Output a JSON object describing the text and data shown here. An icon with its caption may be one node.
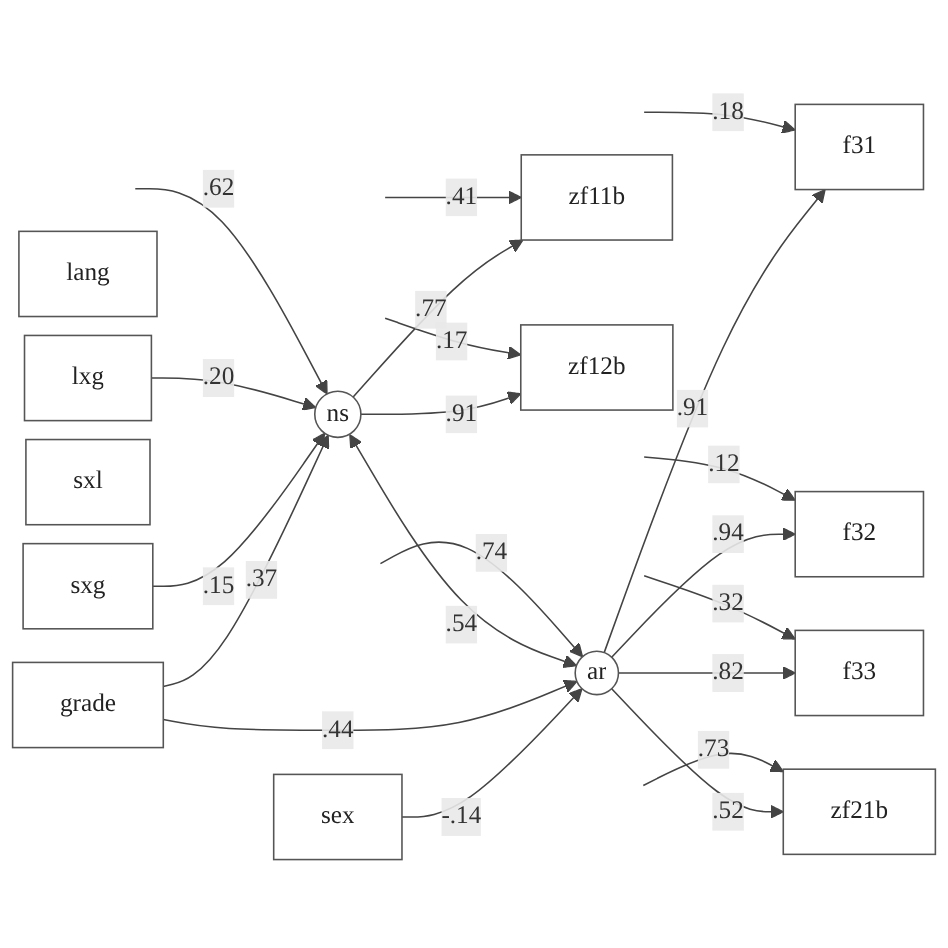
{
  "diagram": {
    "nodes": [
      {
        "text": [
          "sex"
        ]
      },
      {
        "text": [
          "grade"
        ]
      },
      {
        "text": [
          "lang"
        ]
      },
      {
        "text": [
          "sxg"
        ]
      },
      {
        "text": [
          "sxl"
        ]
      },
      {
        "text": [
          "lxg"
        ]
      },
      {
        "text": [
          "ns"
        ]
      },
      {
        "text": [
          "ar"
        ]
      },
      {
        "text": [
          "zf11b"
        ]
      },
      {
        "text": [
          "zf12b"
        ]
      },
      {
        "text": [
          "f31"
        ]
      },
      {
        "text": [
          "f32"
        ]
      },
      {
        "text": [
          "f33"
        ]
      },
      {
        "text": [
          "zf21b"
        ]
      }
    ],
    "edges": [
      {
        "from": 0,
        "to": 7,
        "arrow": "to",
        "label": "-.14"
      },
      {
        "from": 1,
        "to": 6,
        "arrow": "to",
        "label": ".37"
      },
      {
        "from": 1,
        "to": 7,
        "arrow": "to",
        "label": ".44"
      },
      {
        "from": 3,
        "to": 6,
        "arrow": "to",
        "label": ".15"
      },
      {
        "from": 5,
        "to": 6,
        "arrow": "to",
        "label": ".20"
      },
      {
        "from": 6,
        "to": 7,
        "arrow": "both",
        "label": ".54"
      },
      {
        "from": null,
        "to": 6,
        "arrow": "to",
        "label": ".62"
      },
      {
        "from": null,
        "to": 7,
        "arrow": "to",
        "label": ".74"
      },
      {
        "from": 6,
        "to": 8,
        "arrow": "to",
        "label": ".77"
      },
      {
        "from": 6,
        "to": 9,
        "arrow": "to",
        "label": ".91"
      },
      {
        "from": 7,
        "to": 10,
        "arrow": "to",
        "label": ".91"
      },
      {
        "from": 7,
        "to": 11,
        "arrow": "to",
        "label": ".94"
      },
      {
        "from": 7,
        "to": 12,
        "arrow": "to",
        "label": ".82"
      },
      {
        "from": 7,
        "to": 13,
        "arrow": "to",
        "label": ".52"
      },
      {
        "from": null,
        "to": 8,
        "arrow": "to",
        "label": ".41"
      },
      {
        "from": null,
        "to": 9,
        "arrow": "to",
        "label": ".17"
      },
      {
        "from": null,
        "to": 10,
        "arrow": "to",
        "label": ".18"
      },
      {
        "from": null,
        "to": 11,
        "arrow": "to",
        "label": ".12"
      },
      {
        "from": null,
        "to": 12,
        "arrow": "to",
        "label": ".32"
      },
      {
        "from": null,
        "to": 13,
        "arrow": "to",
        "label": ".73"
      }
    ]
  }
}
